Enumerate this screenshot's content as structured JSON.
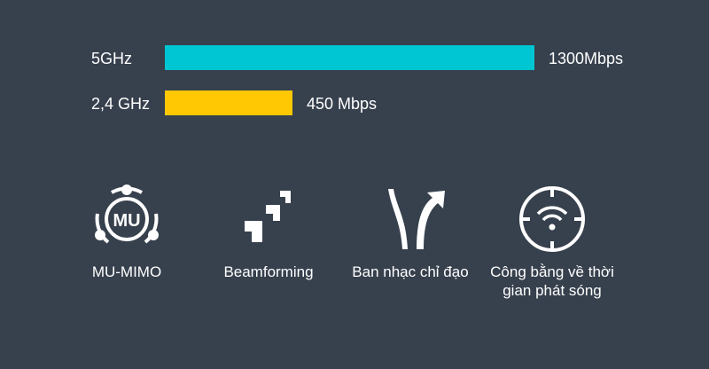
{
  "speeds": [
    {
      "band": "5GHz",
      "speed": "1300Mbps",
      "value_mbps": 1300,
      "color": "#00c5d2"
    },
    {
      "band": "2,4 GHz",
      "speed": "450 Mbps",
      "value_mbps": 450,
      "color": "#ffc803"
    }
  ],
  "features": [
    {
      "icon": "mu-mimo-icon",
      "label": "MU-MIMO"
    },
    {
      "icon": "beamforming-icon",
      "label": "Beamforming"
    },
    {
      "icon": "band-steering-icon",
      "label": "Ban nhạc chỉ đạo"
    },
    {
      "icon": "airtime-fairness-icon",
      "label": "Công bằng về thời gian phát sóng"
    }
  ],
  "colors": {
    "background": "#37404d",
    "text": "#ffffff"
  }
}
